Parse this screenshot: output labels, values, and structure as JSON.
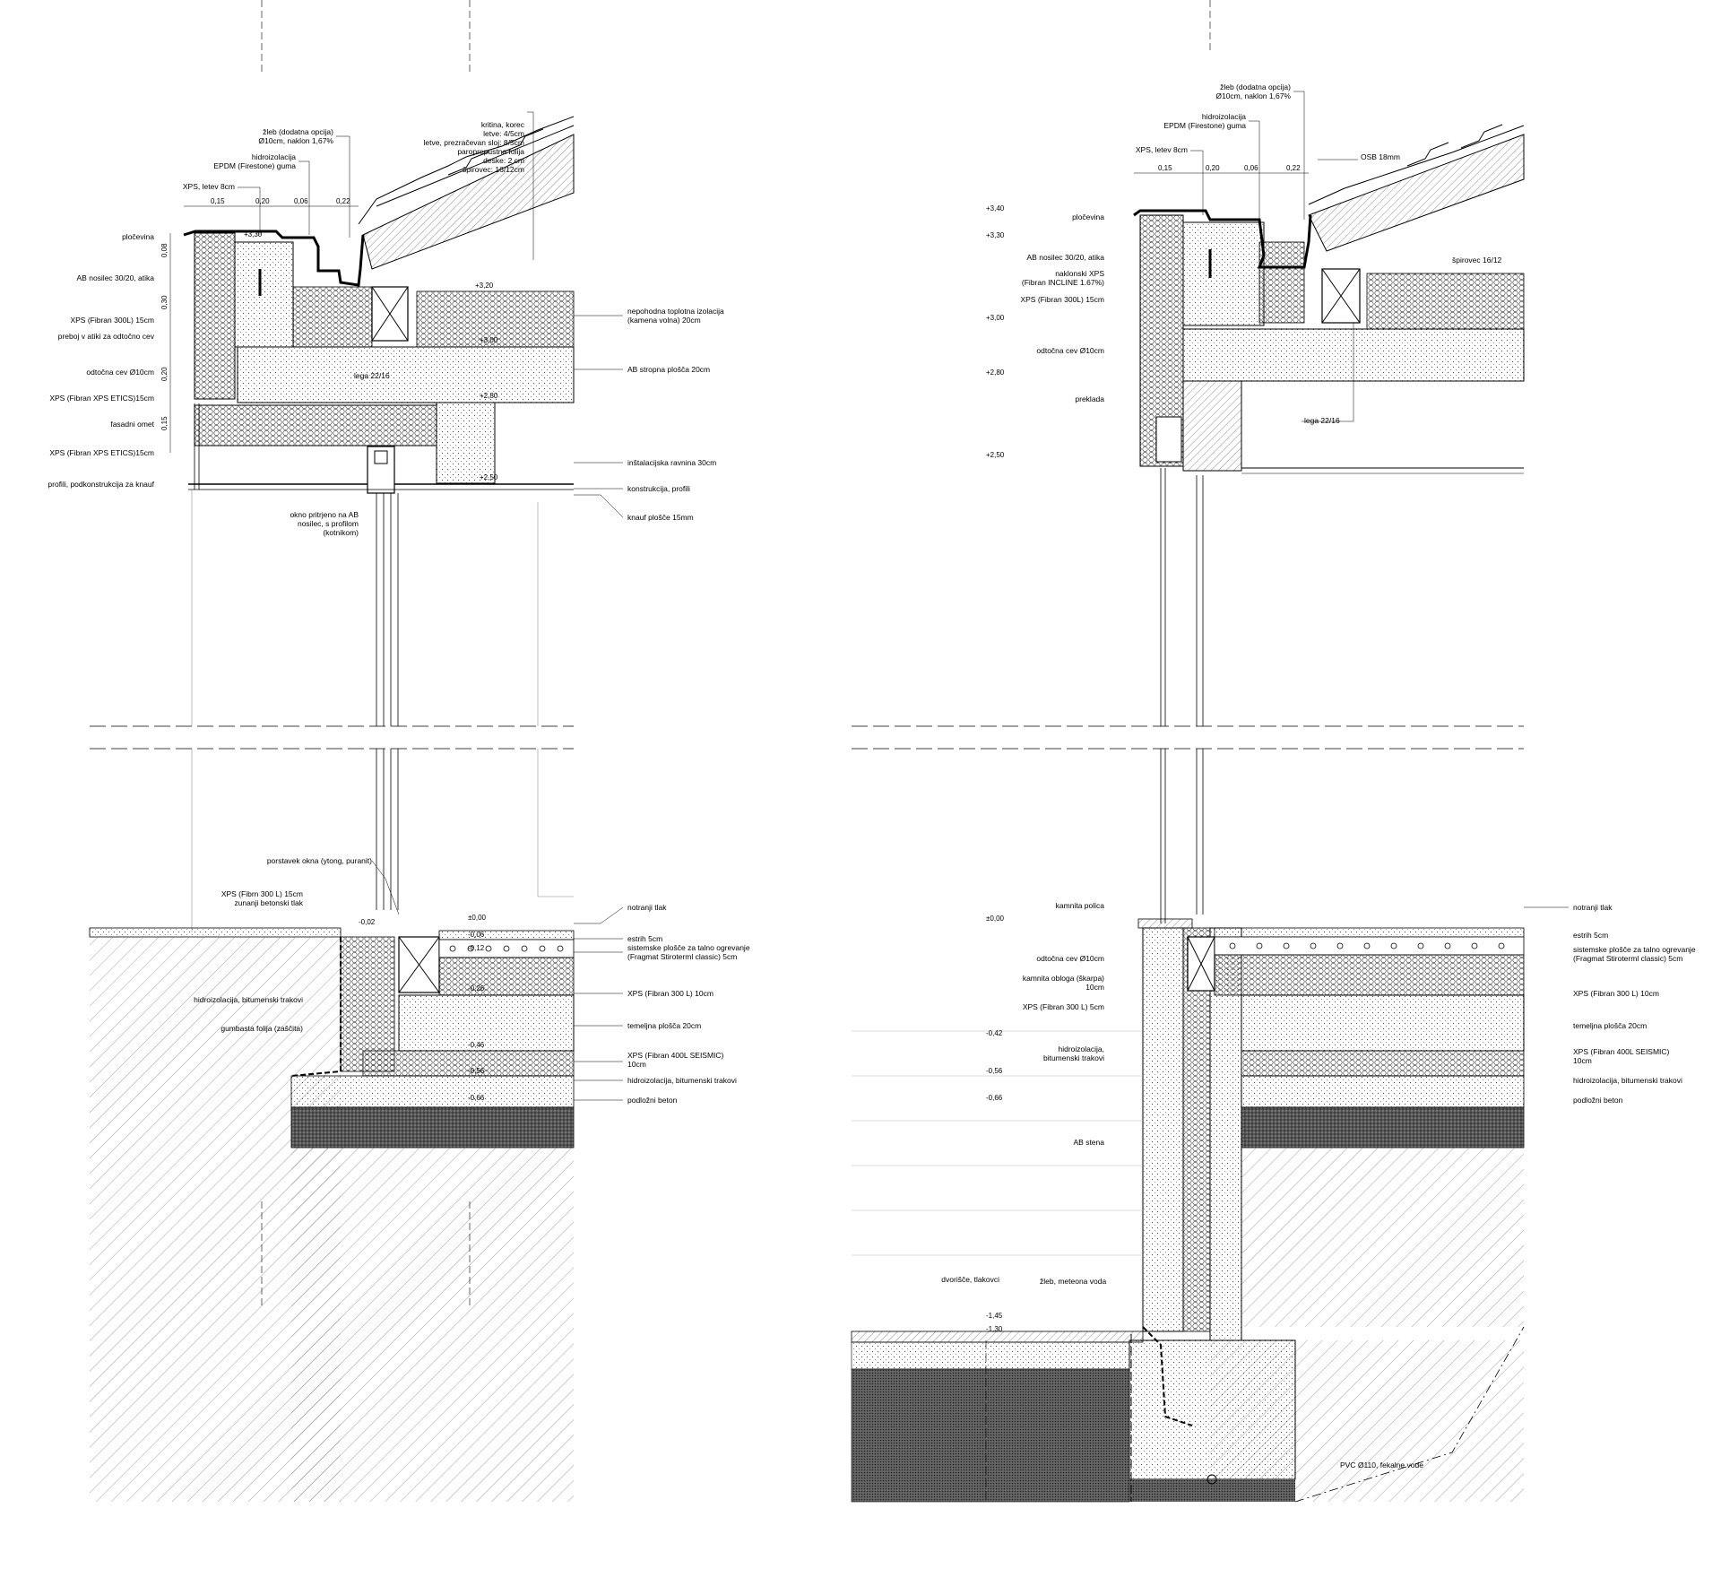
{
  "left_roof": {
    "labels": {
      "tile": "kritina, korec",
      "battens": "letve: 4/5cm",
      "counter_battens": "letve, prezračevan sloj: 8/5cm",
      "vapour_foil": "paroprepustna folija",
      "boards": "deske: 2 cm",
      "rafter": "špirovec: 16/12cm",
      "gutter1": "žleb (dodatna opcija)",
      "gutter2": "Ø10cm, naklon 1,67%",
      "hydro1": "hidroizolacija",
      "hydro2": "EPDM (Firestone) guma",
      "xps_batten": "XPS, letev 8cm",
      "sheet_metal": "pločevina",
      "ab_beam": "AB nosilec 30/20, atika",
      "xps_300": "XPS (Fibran 300L) 15cm",
      "penetration": "preboj v atiki za odtočno cev",
      "drain_pipe": "odtočna cev Ø10cm",
      "xps_etics1": "XPS (Fibran XPS ETICS)15cm",
      "facade_render": "fasadni omet",
      "xps_etics2": "XPS (Fibran XPS ETICS)15cm",
      "profiles": "profili, podkonstrukcija za knauf",
      "thermal1": "nepohodna toplotna izolacija",
      "thermal2": "(kamena volna) 20cm",
      "slab": "AB stropna plošča 20cm",
      "lega": "lega 22/16",
      "install": "inštalacijska ravnina 30cm",
      "construction": "konstrukcija, profili",
      "knauf": "knauf plošče 15mm",
      "window1": "okno pritrjeno na AB",
      "window2": "nosilec, s profilom",
      "window3": "(kotnikom)"
    },
    "dims_horizontal": [
      "0,15",
      "0,20",
      "0,06",
      "0,22"
    ],
    "dims_vertical": [
      "0,08",
      "0,30",
      "0,20",
      "0,15"
    ],
    "levels": [
      "+3,30",
      "+3,20",
      "+3,00",
      "+2,80",
      "+2,50"
    ]
  },
  "left_floor": {
    "labels": {
      "window_ext": "porstavek okna (ytong, puranit)",
      "xps_fibm": "XPS (Fibrn 300 L) 15cm",
      "ext_paving": "zunanji betonski tlak",
      "bitumen_hydro": "hidroizolacija, bitumenski trakovi",
      "rubber_foil": "gumbasta folija (zaščita)",
      "inner_floor": "notranji tlak",
      "screed": "estrih 5cm",
      "heating1": "sistemske plošče za talno ogrevanje",
      "heating2": "(Fragmat Stiroterml classic) 5cm",
      "xps_10": "XPS (Fibran 300 L) 10cm",
      "foundation": "temeljna plošča 20cm",
      "xps_seismic1": "XPS (Fibran 400L SEISMIC)",
      "xps_seismic2": "10cm",
      "hydro_bit": "hidroizolacija, bitumenski trakovi",
      "sub_concrete": "podložni beton"
    },
    "levels": [
      "-0,02",
      "±0,00",
      "-0,06",
      "-0,12",
      "-0,26",
      "-0,46",
      "-0,56",
      "-0,66"
    ]
  },
  "right_roof": {
    "labels": {
      "gutter1": "žleb (dodatna opcija)",
      "gutter2": "Ø10cm, naklon 1,67%",
      "hydro1": "hidroizolacija",
      "hydro2": "EPDM (Firestone) guma",
      "xps_batten": "XPS, letev 8cm",
      "osb": "OSB 18mm",
      "sheet_metal": "pločevina",
      "ab_beam": "AB nosilec 30/20, atika",
      "incline1": "naklonski XPS",
      "incline2": "(Fibran  INCLINE 1.67%)",
      "xps_300": "XPS (Fibran 300L) 15cm",
      "drain_pipe": "odtočna cev Ø10cm",
      "lintel": "preklada",
      "rafter": "špirovec 16/12",
      "lega": "lega 22/16"
    },
    "dims_horizontal": [
      "0,15",
      "0,20",
      "0,06",
      "0,22"
    ],
    "levels": [
      "+3,40",
      "+3,30",
      "+3,00",
      "+2,80",
      "+2,50"
    ]
  },
  "right_floor": {
    "labels": {
      "stone_sill": "kamnita polica",
      "drain_pipe": "odtočna cev Ø10cm",
      "stone_clad1": "kamnita obloga (škarpa)",
      "stone_clad2": "10cm",
      "xps_5": "XPS (Fibran 300 L) 5cm",
      "hydro1": "hidroizolacija,",
      "hydro2": "bitumenski trakovi",
      "ab_wall": "AB stena",
      "courtyard": "dvorišče, tlakovci",
      "gutter": "žleb, meteona voda",
      "pvc": "PVC Ø110, fekalne vode",
      "inner_floor": "notranji tlak",
      "screed": "estrih 5cm",
      "heating1": "sistemske plošče za talno ogrevanje",
      "heating2": "(Fragmat Stiroterml classic) 5cm",
      "xps_10": "XPS (Fibran 300 L) 10cm",
      "foundation": "temeljna plošča 20cm",
      "xps_seismic1": "XPS (Fibran 400L SEISMIC)",
      "xps_seismic2": "10cm",
      "hydro_bit": "hidroizolacija, bitumenski trakovi",
      "sub_concrete": "podložni beton"
    },
    "levels": [
      "±0,00",
      "-0,42",
      "-0,56",
      "-0,66",
      "-1,45",
      "-1,30"
    ]
  }
}
